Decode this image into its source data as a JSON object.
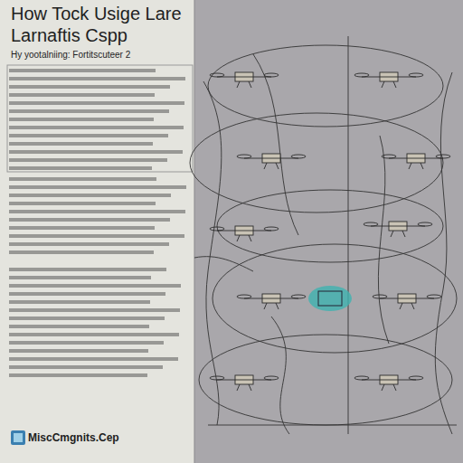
{
  "diagram": {
    "title": "How Tock Usige Lare",
    "labels": [
      "Larnaftis Cspp",
      "Hy yootalniing: Fortitscuteer 2",
      "MiscCmgnits.Cep"
    ]
  }
}
